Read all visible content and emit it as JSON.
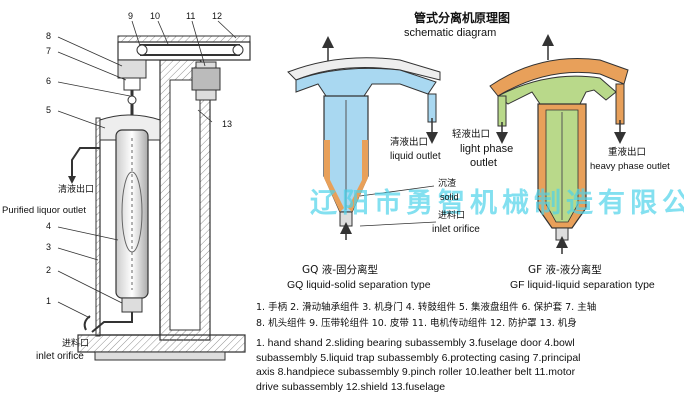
{
  "main_title": "管式分离机原理图",
  "subtitle": "schematic diagram",
  "parts": [
    "1",
    "2",
    "3",
    "4",
    "5",
    "6",
    "7",
    "8",
    "9",
    "10",
    "11",
    "12",
    "13"
  ],
  "left_labels": {
    "purified_cn": "清液出口",
    "purified_en": "Purified liquor outlet",
    "inlet_cn": "进料口",
    "inlet_en": "inlet orifice"
  },
  "mid_labels": {
    "liquid_outlet_cn": "清液出口",
    "liquid_outlet_en": "liquid outlet",
    "solid_cn": "沉渣",
    "solid_en": "solid",
    "inlet_cn": "进料口",
    "inlet_en": "inlet orifice",
    "caption_cn": "GQ 液-固分离型",
    "caption_en": "GQ liquid-solid separation type"
  },
  "right_labels": {
    "light_cn": "轻液出口",
    "light_en1": "light phase",
    "light_en2": "outlet",
    "heavy_cn": "重液出口",
    "heavy_en": "heavy phase outlet",
    "caption_cn": "GF 液-液分离型",
    "caption_en": "GF liquid-liquid separation type"
  },
  "legend_cn": [
    "1. 手柄  2. 滑动轴承组件  3. 机身门  4. 转鼓组件  5. 集液盘组件  6. 保护套 7. 主轴",
    "8. 机头组件 9. 压带轮组件  10. 皮带  11. 电机传动组件  12. 防护罩  13. 机身"
  ],
  "legend_en": [
    "1. hand shand   2.sliding bearing subassembly   3.fuselage door   4.bowl",
    "subassembly   5.liquid trap subassembly   6.protecting casing  7.principal",
    "axis   8.handpiece subassembly  9.pinch roller   10.leather belt   11.motor",
    "drive subassembly     12.shield  13.fuselage"
  ],
  "watermark": "辽阳市勇智机械制造有限公司",
  "colors": {
    "blue": "#a9d8f1",
    "orange": "#e8a05a",
    "green": "#b9d98a",
    "line": "#333333"
  }
}
